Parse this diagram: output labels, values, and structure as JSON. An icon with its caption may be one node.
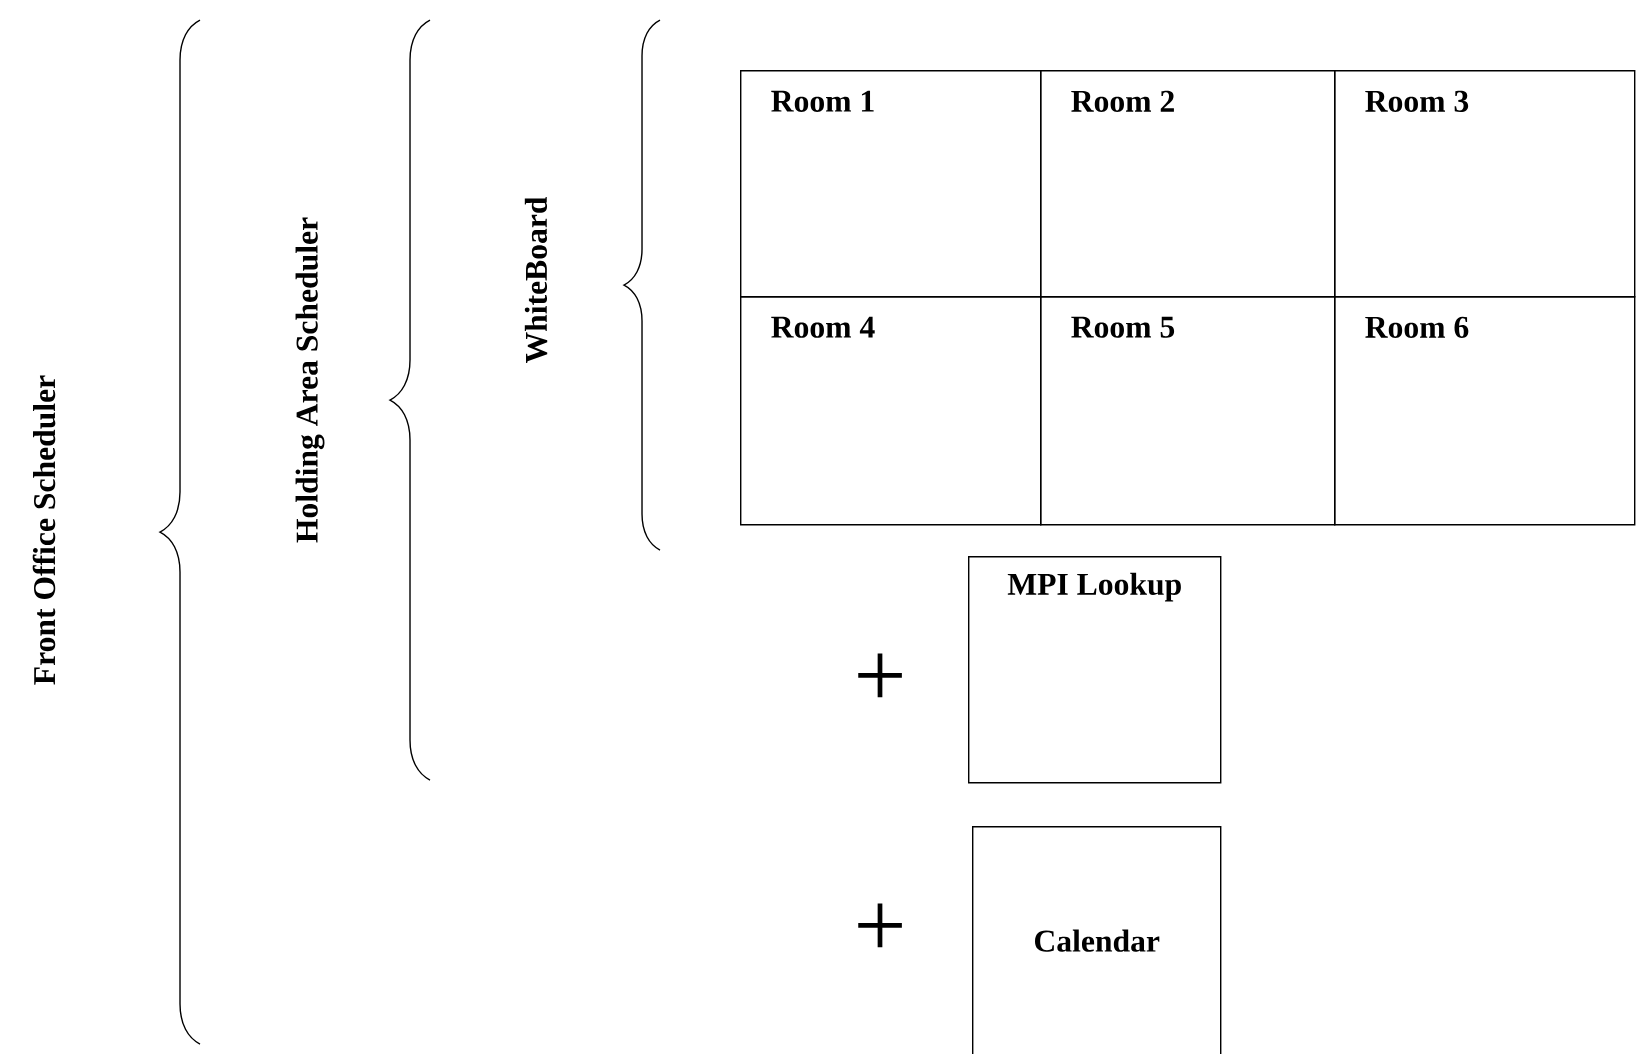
{
  "diagram": {
    "nodes": [
      {
        "text": [
          "Room 1"
        ]
      },
      {
        "text": [
          "Room 2"
        ]
      },
      {
        "text": [
          "Room 3"
        ]
      },
      {
        "text": [
          "Room 4"
        ]
      },
      {
        "text": [
          "Room 5"
        ]
      },
      {
        "text": [
          "Room 6"
        ]
      },
      {
        "text": [
          "MPI Lookup"
        ]
      },
      {
        "text": [
          "Calendar"
        ]
      }
    ],
    "labels": [
      "Front Office Scheduler",
      "Holding Area Scheduler",
      "WhiteBoard",
      "+",
      "+"
    ]
  }
}
